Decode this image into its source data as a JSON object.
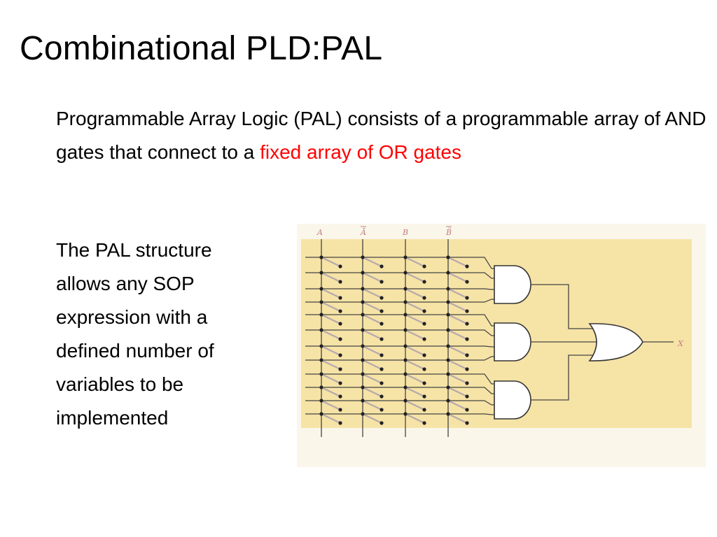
{
  "slide": {
    "title": "Combinational PLD:PAL",
    "intro": {
      "text": "Programmable Array Logic (PAL) consists of a programmable array of AND gates that connect to a ",
      "highlight": "fixed array of OR gates",
      "highlight_color": "#ff0000"
    },
    "body_lines": [
      "The PAL structure",
      "allows any SOP",
      "expression with a",
      "defined number of",
      "variables to be",
      "implemented"
    ]
  },
  "diagram": {
    "input_labels": [
      "A",
      "Ā",
      "B",
      "B̄"
    ],
    "output_label": "X",
    "colors": {
      "array_background": "#f6e3a6",
      "panel_background": "#faf6ea",
      "wire": "#444444",
      "fuse": "#b6a9ad",
      "label": "#c08080"
    }
  }
}
